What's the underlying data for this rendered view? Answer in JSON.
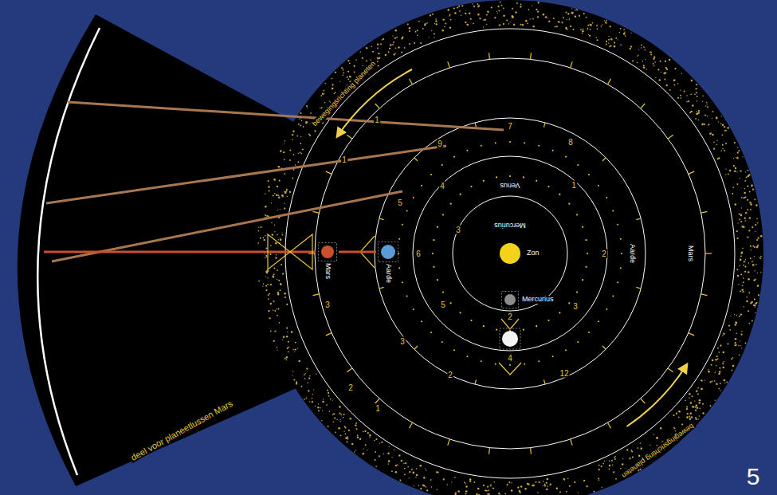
{
  "diagram": {
    "nodes": [
      {
        "text": [
          "Zon"
        ]
      },
      {
        "text": [
          "Mercurius"
        ]
      },
      {
        "text": [
          "Aarde"
        ]
      },
      {
        "text": [
          "Mars"
        ]
      }
    ],
    "edges": [
      {
        "from": 2,
        "to": 3,
        "arrow": "none"
      }
    ],
    "labels": [
      "Mercurius",
      "Venus",
      "Aarde",
      "Mars",
      "bewegingsrichting planeten",
      "bewegingsrichting planeten",
      "deel voor planeetlussen Mars",
      "5",
      "7",
      "8",
      "9",
      "1",
      "1",
      "4",
      "5",
      "1",
      "2",
      "3",
      "4",
      "12",
      "3",
      "2",
      "6",
      "5",
      "3",
      "2",
      "3",
      "2",
      "1"
    ]
  }
}
